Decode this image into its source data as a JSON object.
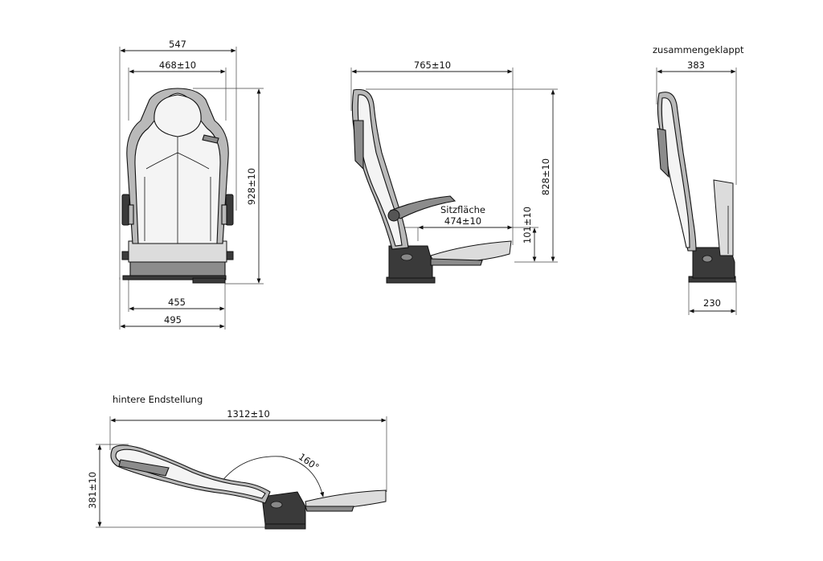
{
  "views": {
    "front": {
      "dims": {
        "overall_width": "547",
        "back_width": "468±10",
        "height": "928±10",
        "base_inner": "455",
        "base_outer": "495"
      }
    },
    "side": {
      "dims": {
        "depth": "765±10",
        "height": "828±10",
        "seat_height": "101±10"
      },
      "seat_label": "Sitzfläche",
      "seat_dim": "474±10"
    },
    "folded": {
      "title": "zusammengeklappt",
      "dims": {
        "width": "383",
        "base": "230"
      }
    },
    "reclined": {
      "title": "hintere Endstellung",
      "dims": {
        "length": "1312±10",
        "height": "381±10",
        "angle": "160°"
      }
    }
  },
  "colors": {
    "shell": "#b9b9b9",
    "cushion": "#f4f4f4",
    "base": "#3a3a3a",
    "line": "#111111"
  }
}
